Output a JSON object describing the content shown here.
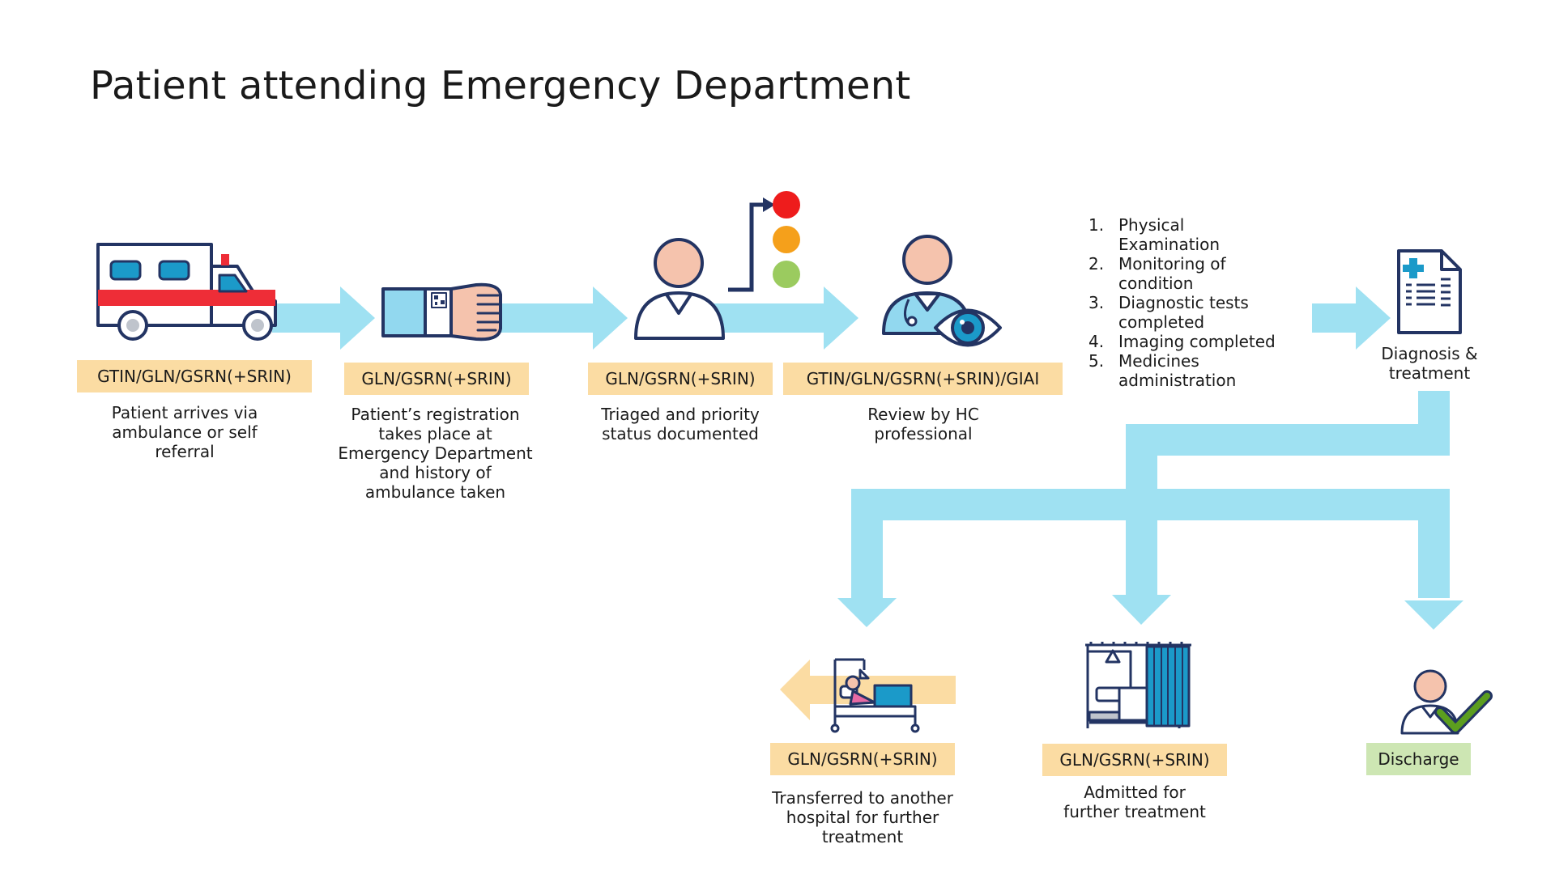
{
  "title": "Patient attending Emergency Department",
  "colors": {
    "flow_arrow": "#9fe1f2",
    "transfer_arrow": "#fbdca3",
    "code_label": "#fbdca3",
    "discharge_label": "#cde6b3",
    "outline": "#233463",
    "skin": "#f5c3ad",
    "traffic_red": "#ee1c1c",
    "traffic_amber": "#f5a01b",
    "traffic_green": "#9bcb5f",
    "check_green": "#5c9e1f"
  },
  "stages": [
    {
      "icon": "ambulance-icon",
      "code": "GTIN/GLN/GSRN(+SRIN)",
      "caption": "Patient arrives via\nambulance or self\nreferral"
    },
    {
      "icon": "wristband-icon",
      "code": "GLN/GSRN(+SRIN)",
      "caption": "Patient’s registration\ntakes place at\nEmergency Department\nand history of\nambulance taken"
    },
    {
      "icon": "triage-person-icon",
      "code": "GLN/GSRN(+SRIN)",
      "caption": "Triaged and priority\nstatus documented"
    },
    {
      "icon": "doctor-review-icon",
      "code": "GTIN/GLN/GSRN(+SRIN)/GIAI",
      "caption": "Review by HC\nprofessional"
    },
    {
      "icon": "medical-document-icon",
      "caption": "Diagnosis &\ntreatment"
    }
  ],
  "diagnosis_steps": [
    {
      "num": "1.",
      "text": "Physical\nExamination"
    },
    {
      "num": "2.",
      "text": "Monitoring of\ncondition"
    },
    {
      "num": "3.",
      "text": "Diagnostic tests\ncompleted"
    },
    {
      "num": "4.",
      "text": "Imaging completed"
    },
    {
      "num": "5.",
      "text": "Medicines\nadministration"
    }
  ],
  "outcomes": [
    {
      "icon": "patient-bed-icon",
      "code": "GLN/GSRN(+SRIN)",
      "caption": "Transferred to another\nhospital  for further\ntreatment"
    },
    {
      "icon": "hospital-ward-icon",
      "code": "GLN/GSRN(+SRIN)",
      "caption": "Admitted for\nfurther treatment"
    },
    {
      "icon": "discharge-person-icon",
      "code": "Discharge"
    }
  ]
}
